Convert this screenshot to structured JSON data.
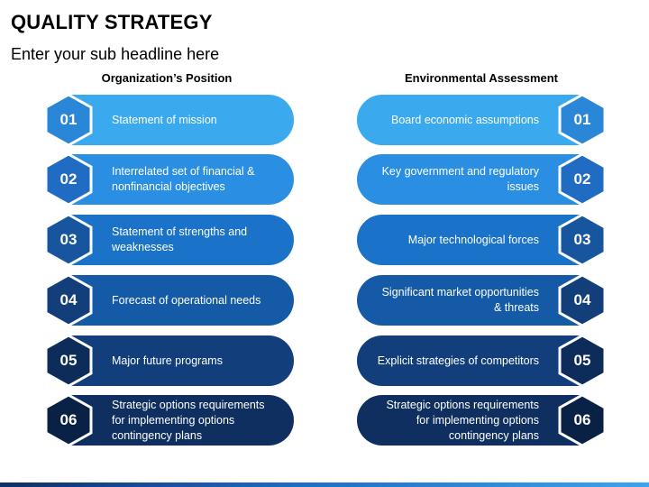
{
  "title": "QUALITY STRATEGY",
  "subtitle": "Enter your sub headline here",
  "left": {
    "heading": "Organization’s Position",
    "items": [
      {
        "num": "01",
        "text": "Statement of mission",
        "pill_color": "#3aa9ee",
        "hex_color": "#2a86d6"
      },
      {
        "num": "02",
        "text": "Interrelated set of financial & nonfinancial objectives",
        "pill_color": "#2a8fe3",
        "hex_color": "#1f6cc2"
      },
      {
        "num": "03",
        "text": "Statement of strengths and weaknesses",
        "pill_color": "#1a72c9",
        "hex_color": "#17569f"
      },
      {
        "num": "04",
        "text": "Forecast of operational needs",
        "pill_color": "#155aa6",
        "hex_color": "#123f7a"
      },
      {
        "num": "05",
        "text": "Major future programs",
        "pill_color": "#123f7c",
        "hex_color": "#0d2c5a"
      },
      {
        "num": "06",
        "text": "Strategic options requirements for implementing options contingency plans",
        "pill_color": "#0f2f60",
        "hex_color": "#0a2146"
      }
    ]
  },
  "right": {
    "heading": "Environmental Assessment",
    "items": [
      {
        "num": "01",
        "text": "Board economic assumptions",
        "pill_color": "#3aa9ee",
        "hex_color": "#2a86d6"
      },
      {
        "num": "02",
        "text": "Key government and regulatory issues",
        "pill_color": "#2a8fe3",
        "hex_color": "#1f6cc2"
      },
      {
        "num": "03",
        "text": "Major technological forces",
        "pill_color": "#1a72c9",
        "hex_color": "#17569f"
      },
      {
        "num": "04",
        "text": "Significant market opportunities & threats",
        "pill_color": "#155aa6",
        "hex_color": "#123f7a"
      },
      {
        "num": "05",
        "text": "Explicit strategies of competitors",
        "pill_color": "#123f7c",
        "hex_color": "#0d2c5a"
      },
      {
        "num": "06",
        "text": "Strategic options requirements for implementing options contingency plans",
        "pill_color": "#0f2f60",
        "hex_color": "#0a2146"
      }
    ]
  }
}
